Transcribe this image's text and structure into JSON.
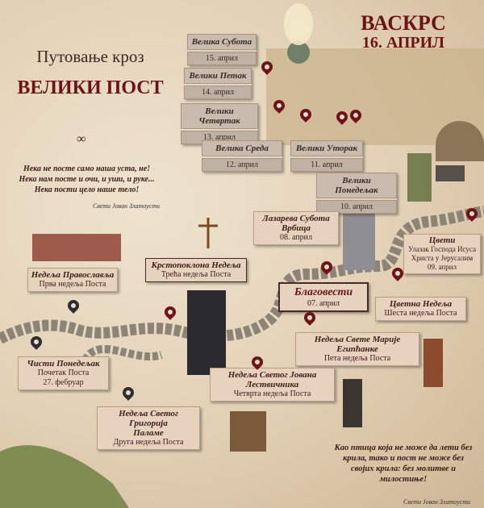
{
  "header": {
    "subtitle": "Путовање кроз",
    "title": "ВЕЛИКИ ПОСТ",
    "easter": "ВАСКРС",
    "easter_date": "16. АПРИЛ"
  },
  "quote_top": {
    "lines": [
      "Нека не посте само наша уста, не!",
      "Нека нам посте и очи, и уши, и руке...",
      "Нека пости цело наше тело!"
    ],
    "author": "Свети Јован Златоусти"
  },
  "quote_bottom": {
    "lines": [
      "Као птица која не може да лети без",
      "крила, тако и пост не може без",
      "својих крила: без молитве и",
      "милостиње!"
    ],
    "author": "Свети Јован Златоусти"
  },
  "holy_week": [
    {
      "title": "Велика Субота",
      "date": "15. април"
    },
    {
      "title": "Велики Петак",
      "date": "14. април"
    },
    {
      "title": "Велики Четвртак",
      "date": "13. април"
    },
    {
      "title": "Велика Среда",
      "date": "12. април"
    },
    {
      "title": "Велики Уторак",
      "date": "11. април"
    },
    {
      "title": "Велики Понедељак",
      "date": "10. април"
    }
  ],
  "events": [
    {
      "title": "Лазарева Субота",
      "line2": "Врбица",
      "line3": "08. април"
    },
    {
      "title": "Цвети",
      "line2": "Улазак Господа Исуса",
      "line3": "Христа у Јерусалим",
      "line4": "09. април"
    },
    {
      "title": "Благовести",
      "line2": "07. април"
    },
    {
      "title": "Цветна Недеља",
      "line2": "Шеста недеља Поста"
    },
    {
      "title": "Крстопоклона Недеља",
      "line2": "Трећа недеља Поста"
    },
    {
      "title": "Недеља Православља",
      "line2": "Прва недеља Поста"
    },
    {
      "title": "Недеља Свете Марије",
      "line2": "Египћанке",
      "line3": "Пета недеља Поста"
    },
    {
      "title": "Чисти Понедељак",
      "line2": "Почетак Поста",
      "line3": "27. фебруар"
    },
    {
      "title": "Недеља Светог Јована",
      "line2": "Лествичника",
      "line3": "Четврта недеља Поста"
    },
    {
      "title": "Недеља Светог Григорија",
      "line2": "Паламе",
      "line3": "Друга недеља Поста"
    }
  ],
  "colors": {
    "accent": "#6b1416",
    "pin": "#6e1418",
    "card": "#e6d2bd"
  }
}
